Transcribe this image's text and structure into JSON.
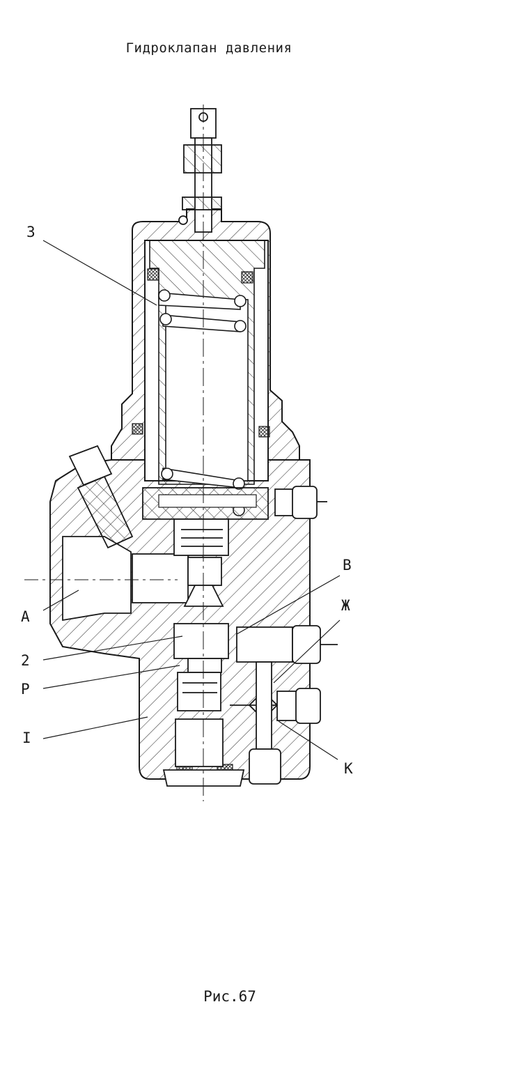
{
  "document": {
    "title": "Гидроклапан давления",
    "caption": "Рис.67"
  },
  "diagram": {
    "callouts": [
      {
        "id": "3",
        "label": "3"
      },
      {
        "id": "A",
        "label": "А"
      },
      {
        "id": "2",
        "label": "2"
      },
      {
        "id": "P",
        "label": "Р"
      },
      {
        "id": "I",
        "label": "I"
      },
      {
        "id": "B",
        "label": "В"
      },
      {
        "id": "ZH",
        "label": "Ж"
      },
      {
        "id": "K",
        "label": "К"
      }
    ]
  }
}
